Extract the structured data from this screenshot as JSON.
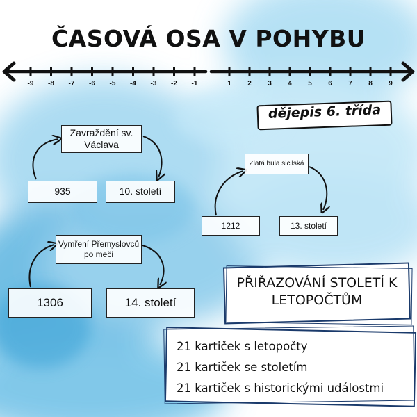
{
  "title": "ČASOVÁ OSA V POHYBU",
  "timeline": {
    "ticks": [
      "-9",
      "-8",
      "-7",
      "-6",
      "-5",
      "-4",
      "-3",
      "-2",
      "-1",
      "1",
      "2",
      "3",
      "4",
      "5",
      "6",
      "7",
      "8",
      "9"
    ]
  },
  "badge": "dějepis 6. třída",
  "groups": [
    {
      "event": "Zavraždění sv. Václava",
      "year": "935",
      "century": "10. století"
    },
    {
      "event": "Zlatá bula sicilská",
      "year": "1212",
      "century": "13. století"
    },
    {
      "event": "Vymření Přemyslovců po meči",
      "year": "1306",
      "century": "14. století"
    }
  ],
  "headline": "PŘIŘAZOVÁNÍ STOLETÍ K LETOPOČTŮM",
  "info": [
    "21 kartiček s letopočty",
    "21 kartiček se stoletím",
    "21 kartiček s historickými událostmi"
  ],
  "colors": {
    "wash": "#5ab4e0",
    "wash_light": "#a9dcf3",
    "ink": "#111111",
    "frame": "#1a3a6b"
  }
}
